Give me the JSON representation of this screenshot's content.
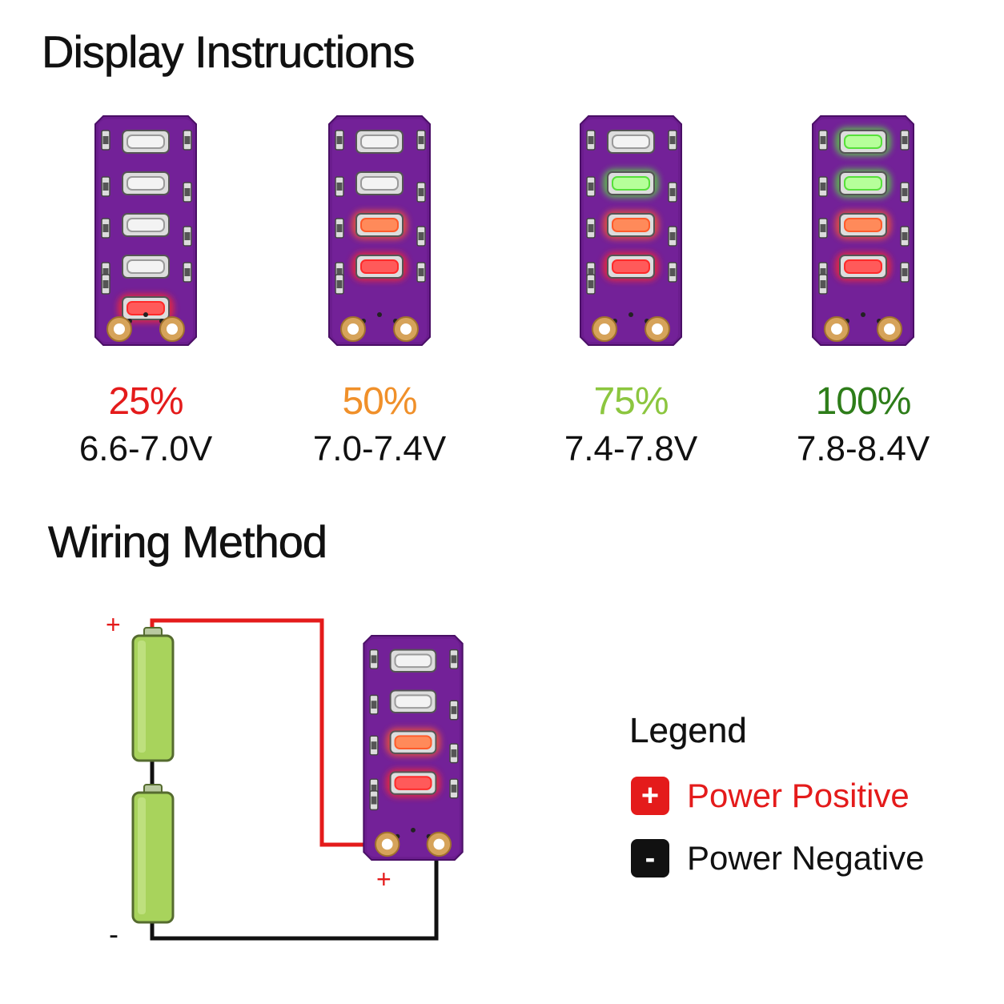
{
  "display_section": {
    "title": "Display Instructions",
    "boards": [
      {
        "percent": "25%",
        "range": "6.6-7.0V",
        "color": "#e41b1b",
        "leds": [
          "off",
          "off",
          "off",
          "off",
          "red"
        ]
      },
      {
        "percent": "50%",
        "range": "7.0-7.4V",
        "color": "#f0902a",
        "leds": [
          "off",
          "off",
          "orange",
          "red"
        ]
      },
      {
        "percent": "75%",
        "range": "7.4-7.8V",
        "color": "#8cc63f",
        "leds": [
          "off",
          "green",
          "orange",
          "red"
        ]
      },
      {
        "percent": "100%",
        "range": "7.8-8.4V",
        "color": "#2e7d1a",
        "leds": [
          "green",
          "green",
          "orange",
          "red"
        ]
      }
    ]
  },
  "wiring_section": {
    "title": "Wiring Method",
    "battery_plus": "+",
    "battery_minus": "-",
    "board_plus": "+",
    "board_leds": [
      "off",
      "off",
      "orange",
      "red"
    ]
  },
  "legend": {
    "title": "Legend",
    "items": [
      {
        "symbol": "+",
        "label": "Power Positive",
        "color": "#e41b1b",
        "label_color": "#e41b1b"
      },
      {
        "symbol": "-",
        "label": "Power Negative",
        "color": "#111111",
        "label_color": "#111111"
      }
    ]
  }
}
